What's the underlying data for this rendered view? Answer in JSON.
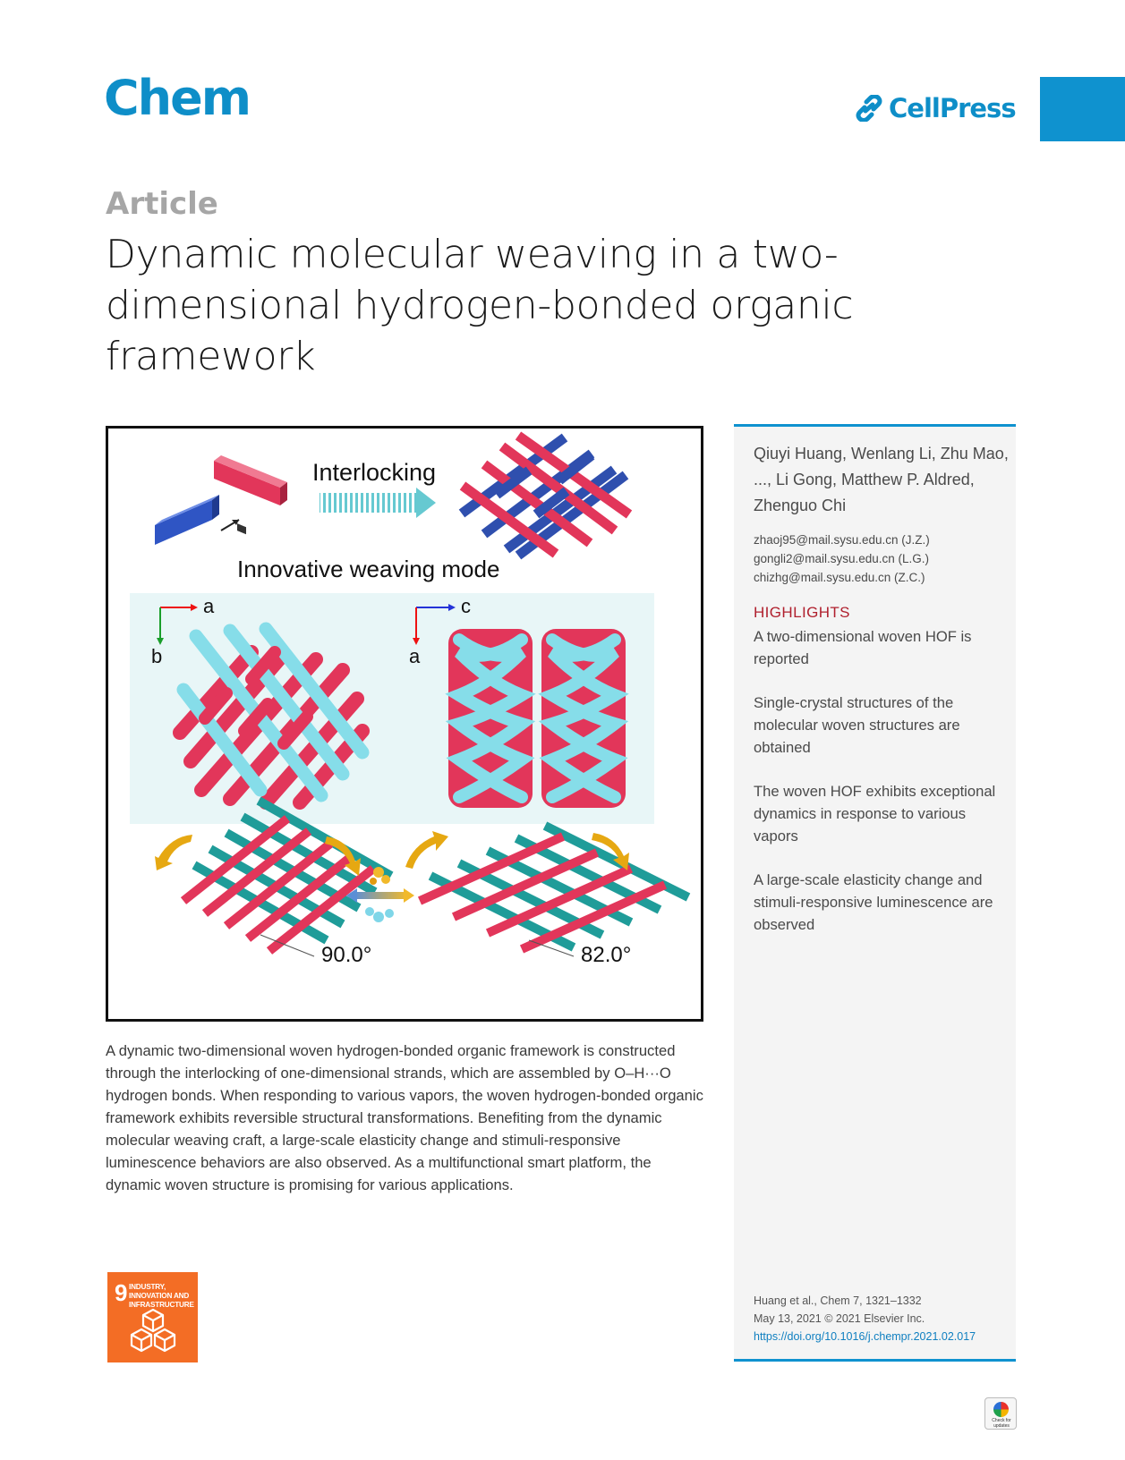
{
  "header": {
    "journal": "Chem",
    "publisher": "CellPress",
    "publisher_icon": "cellpress-link-icon"
  },
  "article": {
    "type": "Article",
    "title": "Dynamic molecular weaving in a two-dimensional hydrogen-bonded organic framework"
  },
  "graphical_abstract": {
    "label_interlocking": "Interlocking",
    "label_mode": "Innovative weaving mode",
    "axis_left_horizontal": "a",
    "axis_left_vertical": "b",
    "axis_right_horizontal": "c",
    "axis_right_vertical": "a",
    "angle_left": "90.0°",
    "angle_right": "82.0°",
    "colors": {
      "red": "#e2365a",
      "blue": "#2f4fae",
      "cyan": "#7fd6e8",
      "teal": "#1f9c99",
      "arrow_gold": "#e6a812"
    }
  },
  "abstract": "A dynamic two-dimensional woven hydrogen-bonded organic framework is constructed through the interlocking of one-dimensional strands, which are assembled by O–H···O hydrogen bonds. When responding to various vapors, the woven hydrogen-bonded organic framework exhibits reversible structural transformations. Benefiting from the dynamic molecular weaving craft, a large-scale elasticity change and stimuli-responsive luminescence behaviors are also observed. As a multifunctional smart platform, the dynamic woven structure is promising for various applications.",
  "sidebar": {
    "authors": "Qiuyi Huang, Wenlang Li, Zhu Mao, ..., Li Gong, Matthew P. Aldred, Zhenguo Chi",
    "emails": [
      "zhaoj95@mail.sysu.edu.cn (J.Z.)",
      "gongli2@mail.sysu.edu.cn (L.G.)",
      "chizhg@mail.sysu.edu.cn (Z.C.)"
    ],
    "highlights_heading": "HIGHLIGHTS",
    "highlights": [
      "A two-dimensional woven HOF is reported",
      "Single-crystal structures of the molecular woven structures are obtained",
      "The woven HOF exhibits exceptional dynamics in response to various vapors",
      "A large-scale elasticity change and stimuli-responsive luminescence are observed"
    ],
    "citation_line1": "Huang et al., Chem 7, 1321–1332",
    "citation_line2": "May 13, 2021 © 2021 Elsevier Inc.",
    "doi": "https://doi.org/10.1016/j.chempr.2021.02.017"
  },
  "sdg": {
    "number": "9",
    "label": "INDUSTRY, INNOVATION AND INFRASTRUCTURE",
    "icon": "stacked-cubes-icon",
    "color": "#f36d25"
  },
  "update_badge": {
    "label": "Check for updates",
    "icon": "check-updates-icon"
  }
}
